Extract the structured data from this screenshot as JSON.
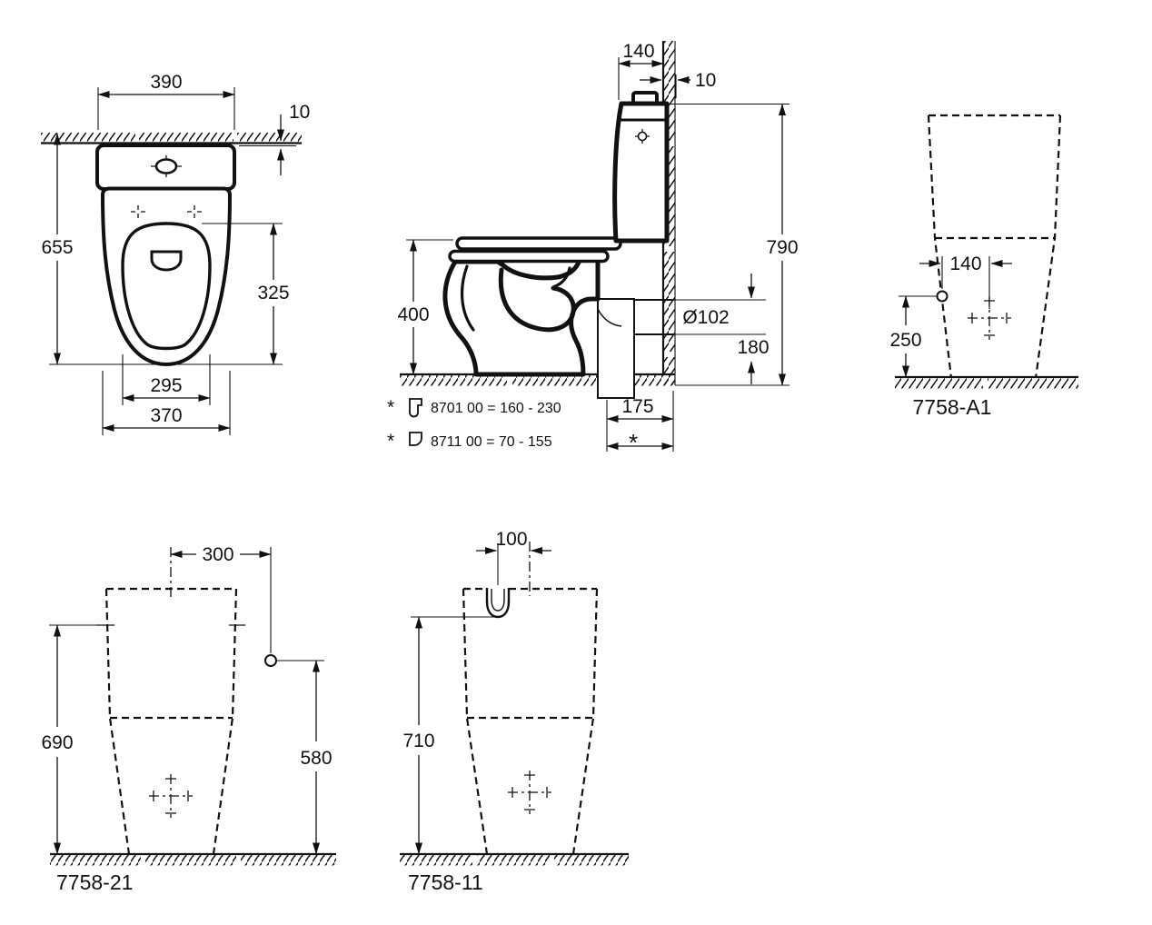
{
  "drawing": {
    "top_view": {
      "width_top": "390",
      "wall_gap": "10",
      "depth": "655",
      "seat_to_back": "325",
      "seat_width": "295",
      "bowl_width": "370"
    },
    "side_view": {
      "cistern_depth": "140",
      "wall_offset": "10",
      "total_height": "790",
      "rim_height": "400",
      "outlet_diameter": "Ø102",
      "outlet_height": "180",
      "outlet_distance": "175",
      "variable_mark": "*",
      "note1_mark": "*",
      "note1": "8701 00 = 160 - 230",
      "note2_mark": "*",
      "note2": "8711 00 = 70 -  155"
    },
    "rear_view_a1": {
      "model": "7758-A1",
      "hole_offset": "140",
      "hole_height": "250"
    },
    "rear_view_21": {
      "model": "7758-21",
      "hole_offset": "300",
      "height": "690",
      "hole_height": "580"
    },
    "rear_view_11": {
      "model": "7758-11",
      "inlet_offset": "100",
      "height": "710"
    }
  }
}
